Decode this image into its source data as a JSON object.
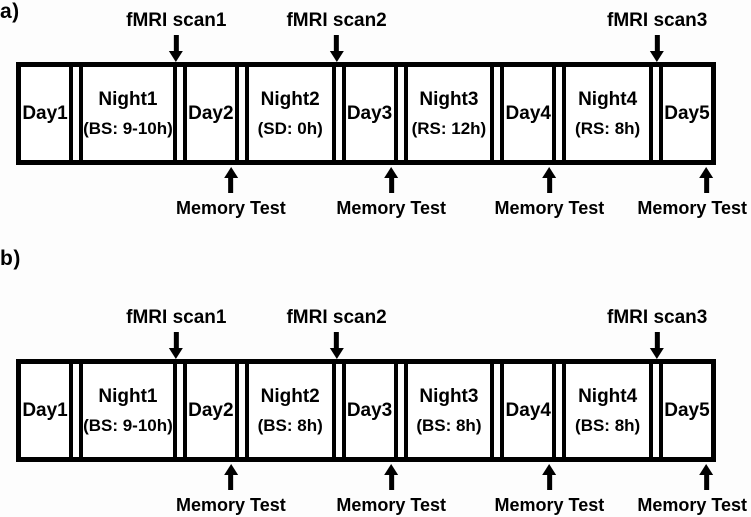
{
  "figure": {
    "background": "#fdfdfd",
    "ink": "#000000"
  },
  "panels": [
    {
      "label": "a)",
      "scans": [
        {
          "label": "fMRI scan1",
          "pos_pct": 22.9
        },
        {
          "label": "fMRI scan2",
          "pos_pct": 45.8
        },
        {
          "label": "fMRI scan3",
          "pos_pct": 91.6
        }
      ],
      "cells": [
        {
          "type": "day",
          "title": "Day1",
          "subtitle": ""
        },
        {
          "type": "night",
          "title": "Night1",
          "subtitle": "(BS: 9-10h)"
        },
        {
          "type": "day",
          "title": "Day2",
          "subtitle": ""
        },
        {
          "type": "night",
          "title": "Night2",
          "subtitle": "(SD: 0h)"
        },
        {
          "type": "day",
          "title": "Day3",
          "subtitle": ""
        },
        {
          "type": "night",
          "title": "Night3",
          "subtitle": "(RS: 12h)"
        },
        {
          "type": "day",
          "title": "Day4",
          "subtitle": ""
        },
        {
          "type": "night",
          "title": "Night4",
          "subtitle": "(RS: 8h)"
        },
        {
          "type": "day",
          "title": "Day5",
          "subtitle": ""
        }
      ],
      "memory_tests": [
        {
          "label": "Memory Test",
          "pos_pct": 30.7,
          "align": "center"
        },
        {
          "label": "Memory Test",
          "pos_pct": 53.6,
          "align": "center"
        },
        {
          "label": "Memory Test",
          "pos_pct": 76.2,
          "align": "center"
        },
        {
          "label": "Memory Test",
          "pos_pct": 98.6,
          "align": "right"
        }
      ]
    },
    {
      "label": "b)",
      "scans": [
        {
          "label": "fMRI scan1",
          "pos_pct": 22.9
        },
        {
          "label": "fMRI scan2",
          "pos_pct": 45.8
        },
        {
          "label": "fMRI scan3",
          "pos_pct": 91.6
        }
      ],
      "cells": [
        {
          "type": "day",
          "title": "Day1",
          "subtitle": ""
        },
        {
          "type": "night",
          "title": "Night1",
          "subtitle": "(BS: 9-10h)"
        },
        {
          "type": "day",
          "title": "Day2",
          "subtitle": ""
        },
        {
          "type": "night",
          "title": "Night2",
          "subtitle": "(BS: 8h)"
        },
        {
          "type": "day",
          "title": "Day3",
          "subtitle": ""
        },
        {
          "type": "night",
          "title": "Night3",
          "subtitle": "(BS: 8h)"
        },
        {
          "type": "day",
          "title": "Day4",
          "subtitle": ""
        },
        {
          "type": "night",
          "title": "Night4",
          "subtitle": "(BS: 8h)"
        },
        {
          "type": "day",
          "title": "Day5",
          "subtitle": ""
        }
      ],
      "memory_tests": [
        {
          "label": "Memory Test",
          "pos_pct": 30.7,
          "align": "center"
        },
        {
          "label": "Memory Test",
          "pos_pct": 53.6,
          "align": "center"
        },
        {
          "label": "Memory Test",
          "pos_pct": 76.2,
          "align": "center"
        },
        {
          "label": "Memory Test",
          "pos_pct": 98.6,
          "align": "right"
        }
      ]
    }
  ]
}
